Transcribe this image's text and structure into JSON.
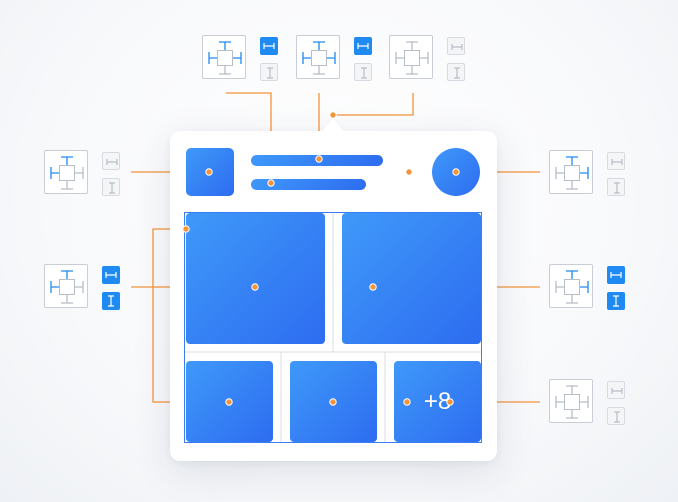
{
  "colors": {
    "accent": "#1e8af2",
    "gradient_start": "#3f99f9",
    "gradient_end": "#2d6cf0",
    "connector": "#f4943a",
    "inactive_gray": "#b8bec7"
  },
  "card": {
    "overflow_badge": "+8"
  },
  "icons": {
    "constraint_tile": "constraint-box-icon",
    "horizontal_resize": "horizontal-resize-icon",
    "vertical_resize": "vertical-resize-icon"
  },
  "constraint_groups": [
    {
      "id": "top-left",
      "horizontal_resize": "fixed",
      "vertical_resize": "hug",
      "tile": "left-right-bound"
    },
    {
      "id": "top-center",
      "horizontal_resize": "fixed",
      "vertical_resize": "hug",
      "tile": "left-right-bound"
    },
    {
      "id": "top-right",
      "horizontal_resize": "hug",
      "vertical_resize": "hug",
      "tile": "center"
    },
    {
      "id": "left-top",
      "horizontal_resize": "hug",
      "vertical_resize": "hug",
      "tile": "left-top-bound"
    },
    {
      "id": "left-middle",
      "horizontal_resize": "fixed",
      "vertical_resize": "fixed",
      "tile": "left-top-bound"
    },
    {
      "id": "right-top",
      "horizontal_resize": "hug",
      "vertical_resize": "hug",
      "tile": "right-top-bound"
    },
    {
      "id": "right-middle",
      "horizontal_resize": "fixed",
      "vertical_resize": "fixed",
      "tile": "right-top-bound"
    },
    {
      "id": "right-bottom",
      "horizontal_resize": "hug",
      "vertical_resize": "hug",
      "tile": "center"
    }
  ]
}
